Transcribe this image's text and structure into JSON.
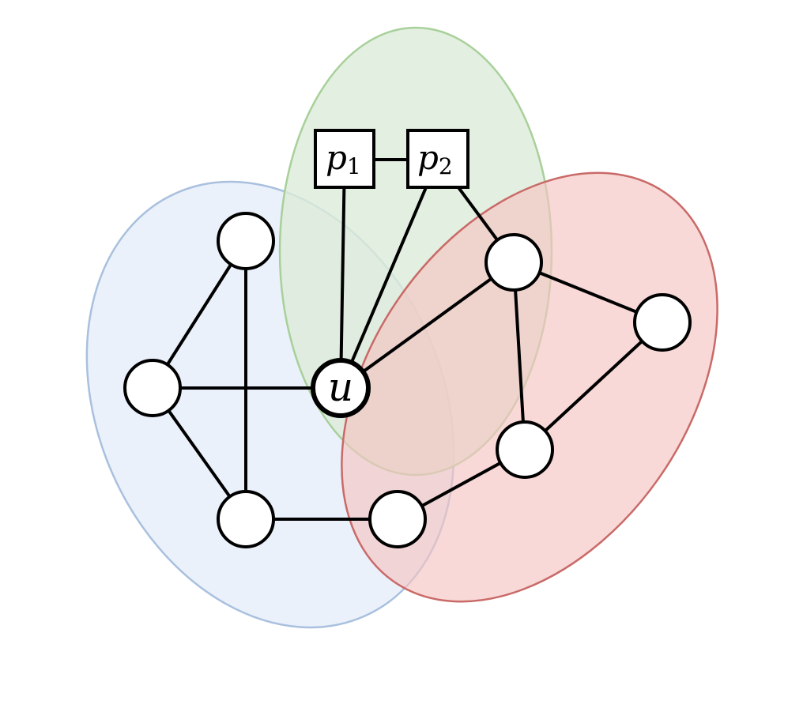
{
  "colors": {
    "region_blue_fill": "#e3ecfa",
    "region_blue_stroke": "#a9c0de",
    "region_green_fill": "#dcebd8",
    "region_green_stroke": "#a8d09a",
    "region_red_fill": "#f5c4c2",
    "region_red_stroke": "#c96a68",
    "edge": "#000000",
    "node_fill": "#ffffff"
  },
  "labels": {
    "u": "u",
    "p1_main": "p",
    "p1_sub": "1",
    "p2_main": "p",
    "p2_sub": "2"
  },
  "regions": [
    {
      "id": "blue",
      "color_key": "blue"
    },
    {
      "id": "green",
      "color_key": "green"
    },
    {
      "id": "red",
      "color_key": "red"
    }
  ],
  "nodes": [
    {
      "id": "a",
      "shape": "circle"
    },
    {
      "id": "b",
      "shape": "circle"
    },
    {
      "id": "c",
      "shape": "circle"
    },
    {
      "id": "u",
      "shape": "circle",
      "label_key": "u"
    },
    {
      "id": "d",
      "shape": "circle"
    },
    {
      "id": "e",
      "shape": "circle"
    },
    {
      "id": "f",
      "shape": "circle"
    },
    {
      "id": "g",
      "shape": "circle"
    },
    {
      "id": "p1",
      "shape": "square",
      "label_key": "p1"
    },
    {
      "id": "p2",
      "shape": "square",
      "label_key": "p2"
    }
  ],
  "edges": [
    [
      "a",
      "b"
    ],
    [
      "a",
      "c"
    ],
    [
      "b",
      "c"
    ],
    [
      "b",
      "u"
    ],
    [
      "c",
      "d"
    ],
    [
      "d",
      "f"
    ],
    [
      "f",
      "g"
    ],
    [
      "g",
      "e"
    ],
    [
      "e",
      "f"
    ],
    [
      "u",
      "e"
    ],
    [
      "u",
      "p1"
    ],
    [
      "u",
      "p2"
    ],
    [
      "p1",
      "p2"
    ],
    [
      "p2",
      "e"
    ]
  ]
}
